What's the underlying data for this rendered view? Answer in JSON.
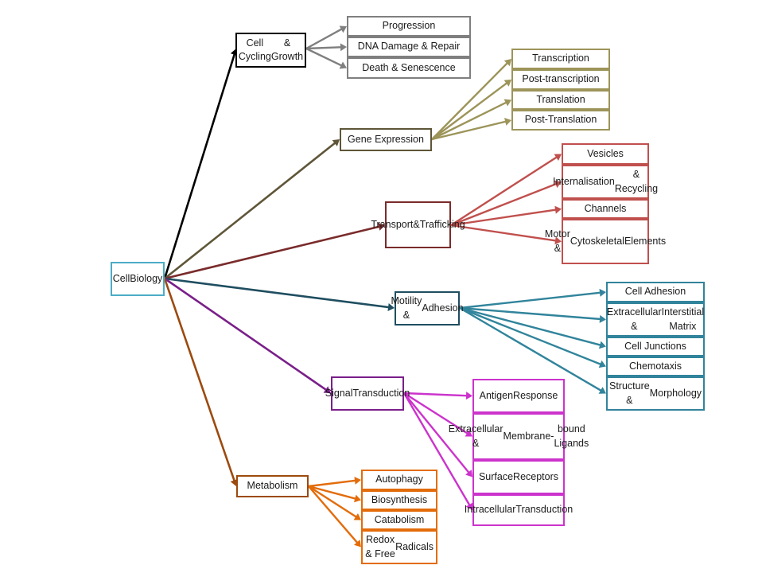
{
  "colors": {
    "root": "#4bacc6",
    "cell_cycling": "#000000",
    "cell_cycling_children": "#7f7f7f",
    "gene_expression": "#5e5638",
    "gene_expression_children": "#9c9459",
    "transport": "#7a2b2b",
    "transport_children": "#c0504d",
    "motility": "#1f4e60",
    "motility_children": "#31849b",
    "signal": "#7a1f8a",
    "signal_children": "#cc33cc",
    "metabolism": "#9c4a0f",
    "metabolism_children": "#e36c0a"
  },
  "root": {
    "label": "Cell Biology"
  },
  "branches": {
    "cell_cycling": {
      "label": "Cell Cycling & Growth",
      "children": [
        "Progression",
        "DNA Damage & Repair",
        "Death & Senescence"
      ]
    },
    "gene_expression": {
      "label": "Gene Expression",
      "children": [
        "Transcription",
        "Post-transcription",
        "Translation",
        "Post-Translation"
      ]
    },
    "transport": {
      "label": "Transport & Trafficking",
      "children": [
        "Vesicles",
        "Internalisation & Recycling",
        "Channels",
        "Motor & Cytoskeletal Elements"
      ]
    },
    "motility": {
      "label": "Motility & Adhesion",
      "children": [
        "Cell Adhesion",
        "Extracellular & Interstitial Matrix",
        "Cell Junctions",
        "Chemotaxis",
        "Structure & Morphology"
      ]
    },
    "signal": {
      "label": "Signal Transduction",
      "children": [
        "Antigen Response",
        "Extracellular & Membrane-bound Ligands",
        "Surface Receptors",
        "Intracellular Transduction"
      ]
    },
    "metabolism": {
      "label": "Metabolism",
      "children": [
        "Autophagy",
        "Biosynthesis",
        "Catabolism",
        "Redox & Free Radicals"
      ]
    }
  }
}
